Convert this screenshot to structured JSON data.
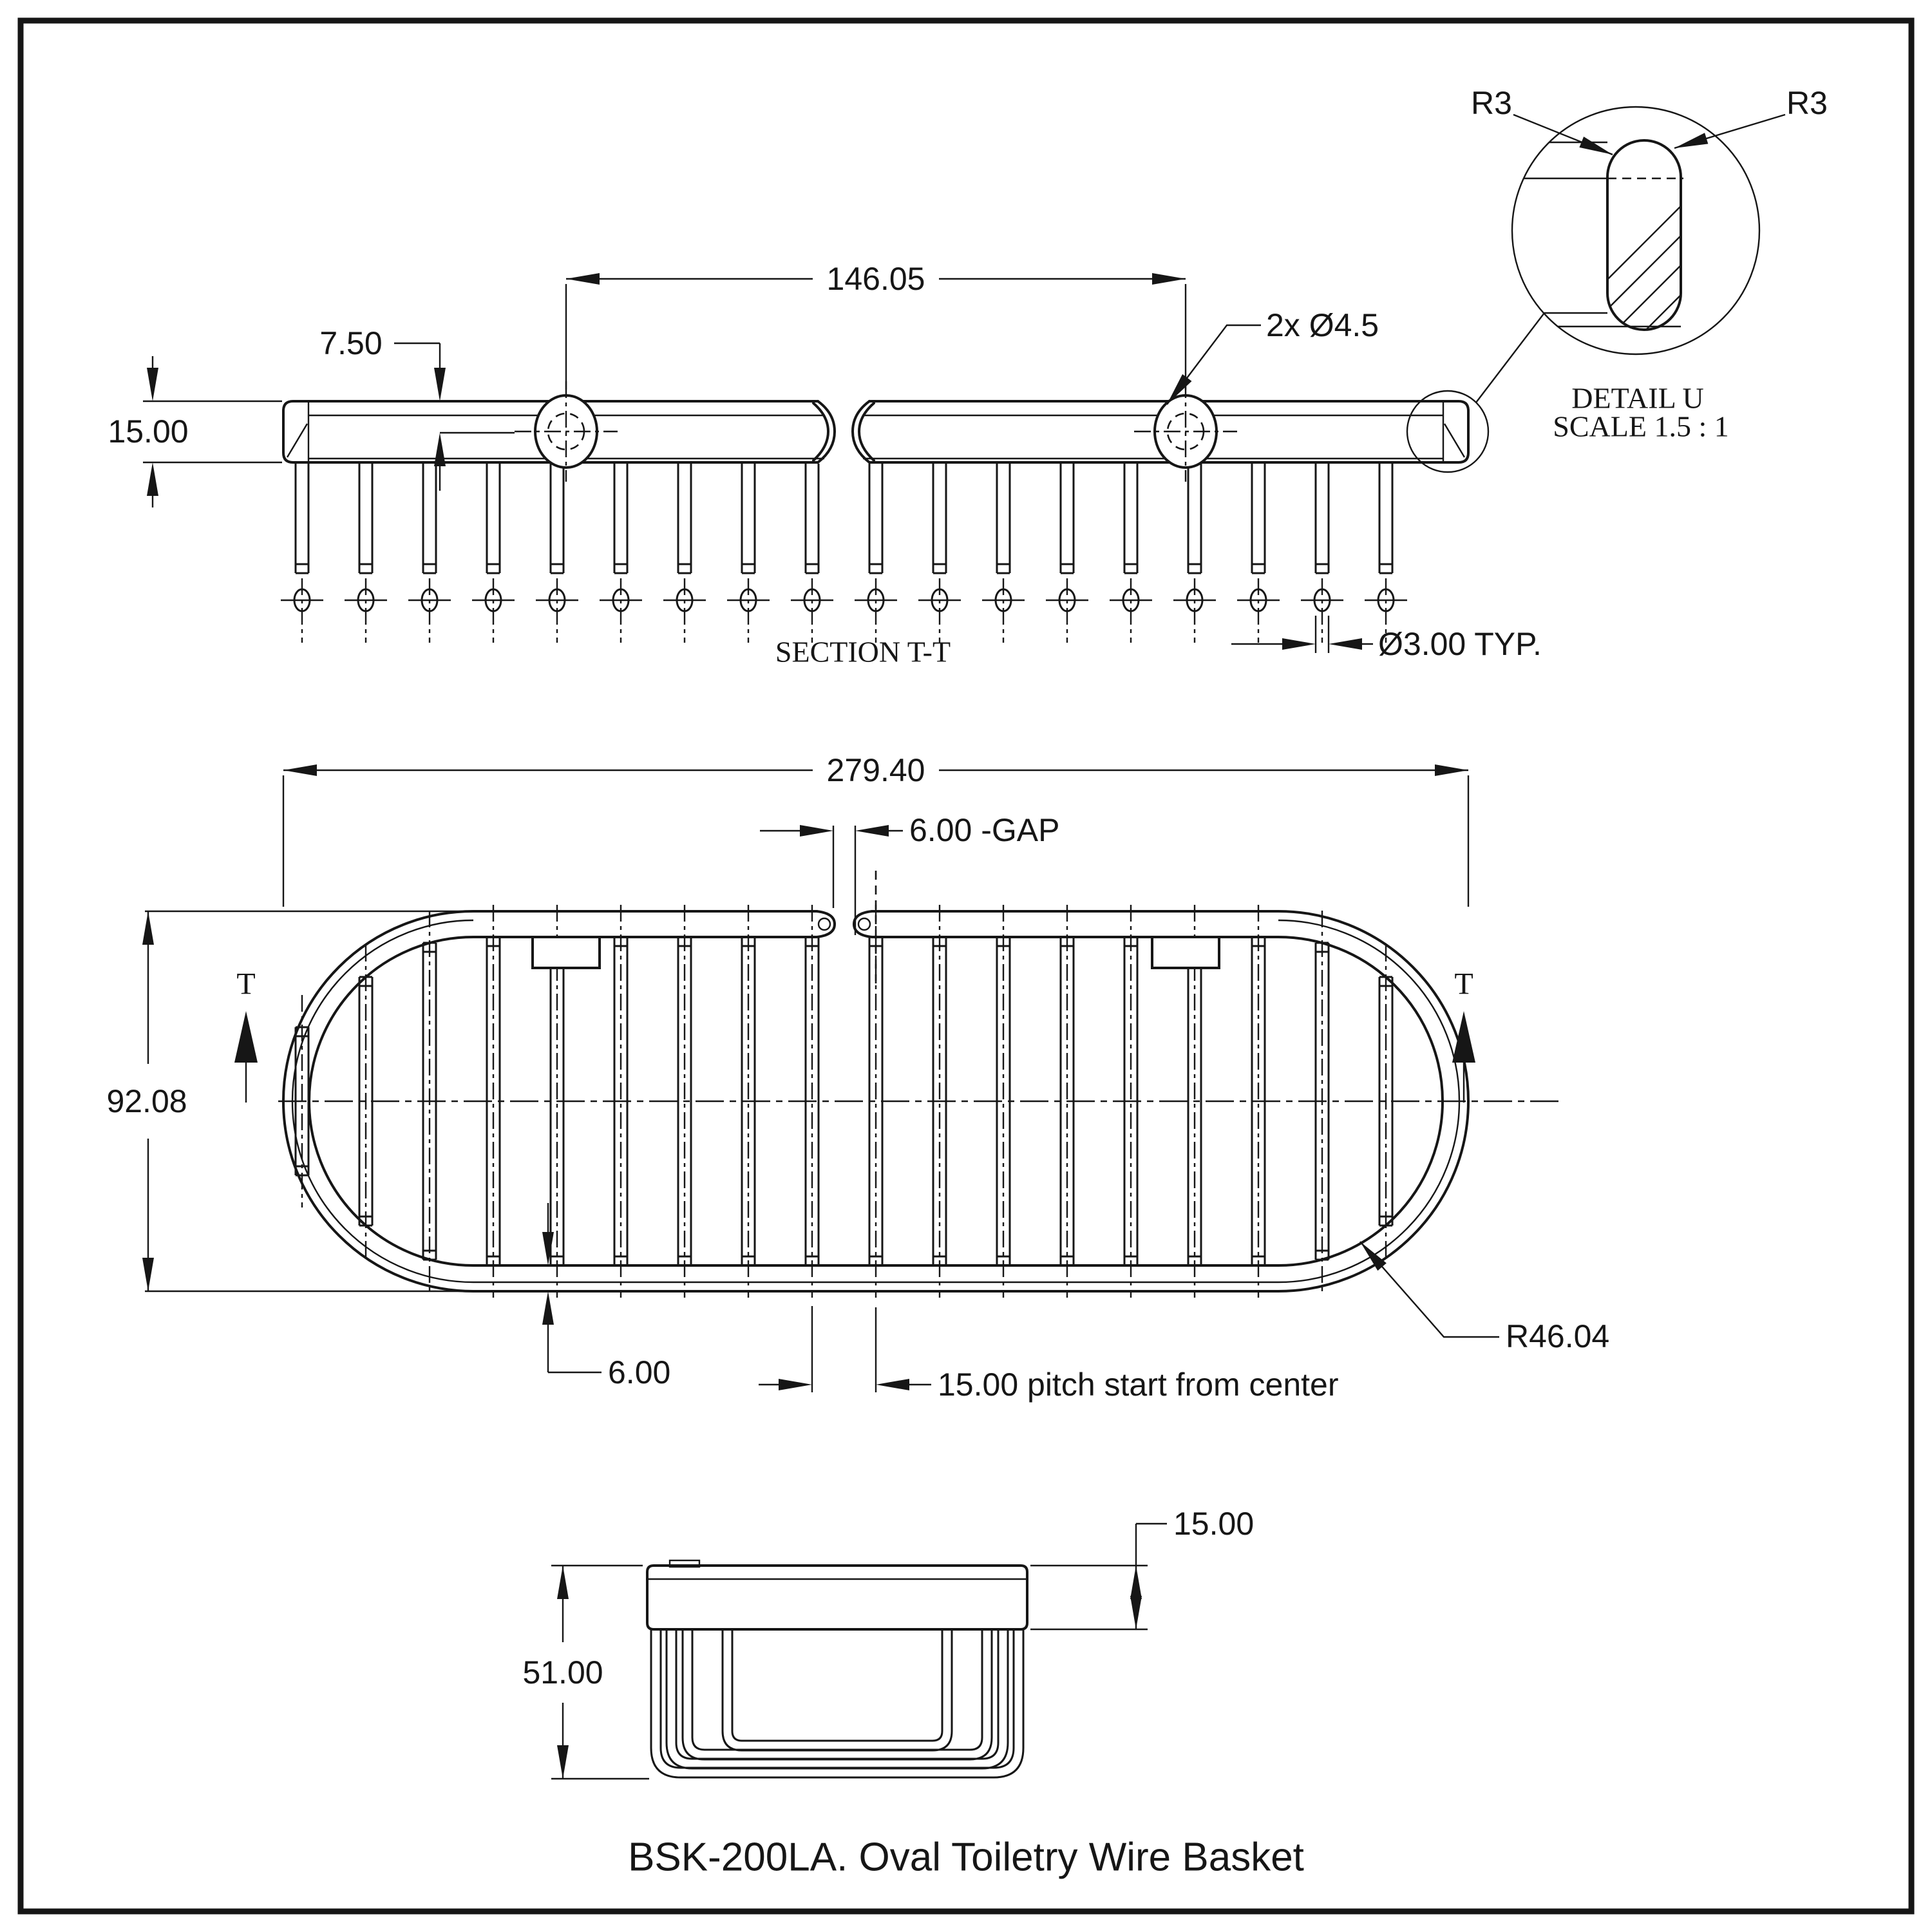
{
  "title": "BSK-200LA. Oval Toiletry Wire Basket",
  "section_view": {
    "label": "SECTION T-T",
    "dim_hole_spacing": "146.05",
    "dim_hole_offset": "7.50",
    "dim_band_height": "15.00",
    "callout_holes": "2x Ø4.5",
    "callout_wire_dia": "Ø3.00 TYP."
  },
  "detail_view": {
    "label": "DETAIL U",
    "scale": "SCALE 1.5 : 1",
    "fillet_left": "R3",
    "fillet_right": "R3"
  },
  "plan_view": {
    "dim_overall_length": "279.40",
    "dim_gap": "6.00 -GAP",
    "dim_overall_width": "92.08",
    "dim_band_width": "6.00",
    "dim_pitch": "15.00 pitch start from center",
    "dim_end_radius": "R46.04",
    "section_marker_left": "T",
    "section_marker_right": "T"
  },
  "side_view": {
    "dim_band_height": "15.00",
    "dim_total_height": "51.00"
  },
  "colors": {
    "line": "#161616",
    "background": "#ffffff"
  }
}
